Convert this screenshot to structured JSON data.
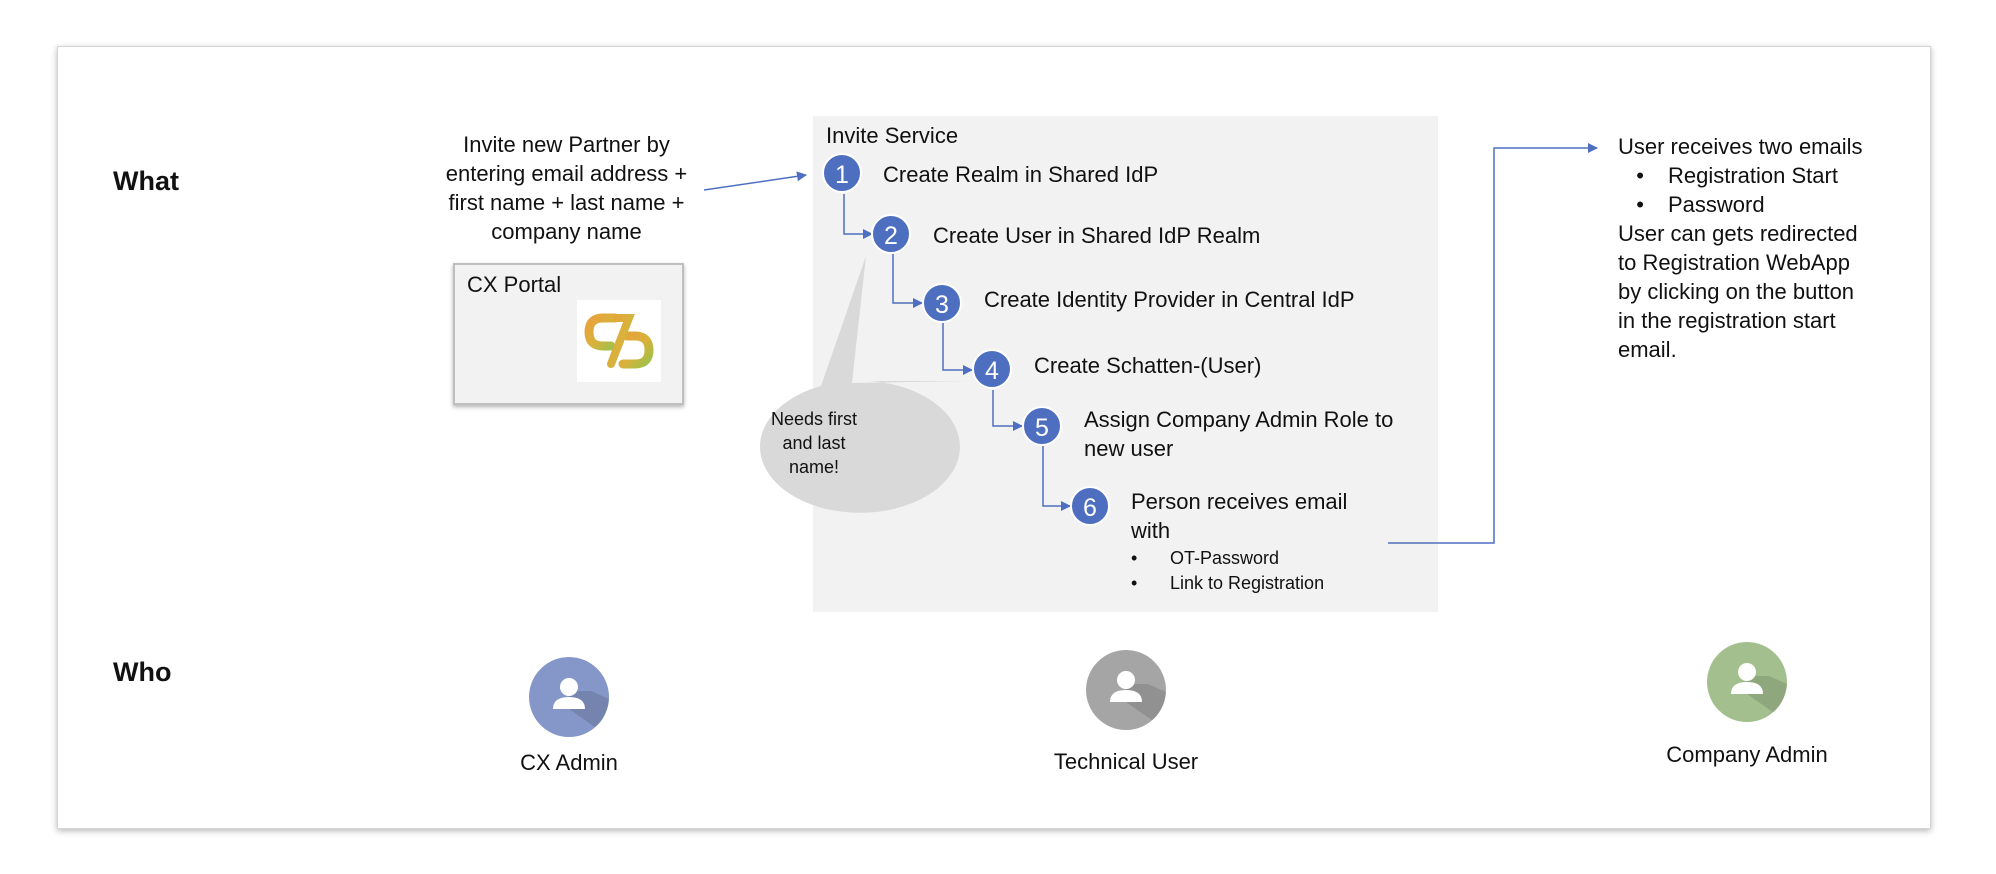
{
  "rows": {
    "what": "What",
    "who": "Who"
  },
  "invite_text": [
    "Invite new Partner by",
    "entering email address +",
    "first name + last name +",
    "company name"
  ],
  "portal_title": "CX Portal",
  "invite_service_title": "Invite Service",
  "steps": [
    {
      "num": "1",
      "lines": [
        "Create Realm in Shared IdP"
      ]
    },
    {
      "num": "2",
      "lines": [
        "Create User in Shared IdP Realm"
      ]
    },
    {
      "num": "3",
      "lines": [
        "Create Identity Provider in Central IdP"
      ]
    },
    {
      "num": "4",
      "lines": [
        "Create Schatten-(User)"
      ]
    },
    {
      "num": "5",
      "lines": [
        "Assign Company Admin Role to",
        "new user"
      ]
    },
    {
      "num": "6",
      "lines": [
        "Person receives email",
        "with"
      ],
      "bullets": [
        "OT-Password",
        "Link to Registration"
      ]
    }
  ],
  "callout_lines": [
    "Needs first",
    "and last",
    "name!"
  ],
  "right_panel": {
    "heading": "User receives two emails",
    "bullets": [
      "Registration Start",
      "Password"
    ],
    "body_lines": [
      "User can gets redirected",
      "to Registration WebApp",
      "by clicking on the button",
      "in the registration start",
      "email."
    ]
  },
  "actors": [
    {
      "label": "CX Admin",
      "color": "#8497c8"
    },
    {
      "label": "Technical User",
      "color": "#a5a5a5"
    },
    {
      "label": "Company Admin",
      "color": "#a3bf8e"
    }
  ],
  "colors": {
    "badge": "#4e6fc0",
    "arrow": "#4e6fc0",
    "panel": "#f2f2f2",
    "callout": "#d9d9d9"
  }
}
